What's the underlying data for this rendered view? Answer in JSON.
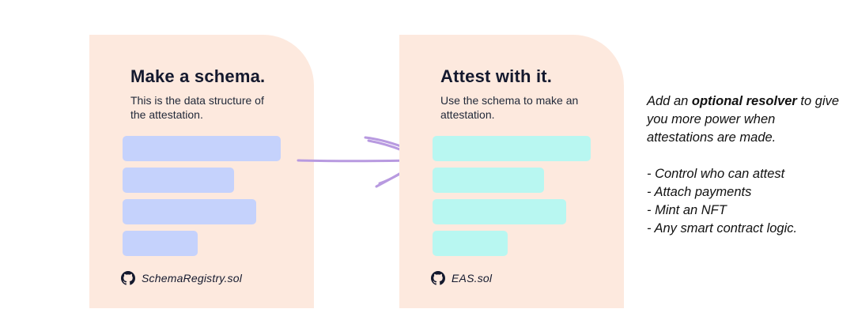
{
  "schema_card": {
    "title": "Make a schema.",
    "description": "This is the data structure of the attestation.",
    "file": "SchemaRegistry.sol",
    "icon": "github-icon",
    "bar_color": "#c5d2fc"
  },
  "attest_card": {
    "title": "Attest with it.",
    "description": "Use the schema to make an attestation.",
    "file": "EAS.sol",
    "icon": "github-icon",
    "bar_color": "#b8f7f1"
  },
  "card_color": "#fde9de",
  "arrow_color": "#b89ae0",
  "resolver": {
    "intro_before": "Add an ",
    "intro_bold": "optional resolver",
    "intro_after": " to give you more power when attestations are made.",
    "items": [
      "- Control who can attest",
      "- Attach payments",
      "- Mint an NFT",
      "- Any smart contract logic."
    ]
  }
}
